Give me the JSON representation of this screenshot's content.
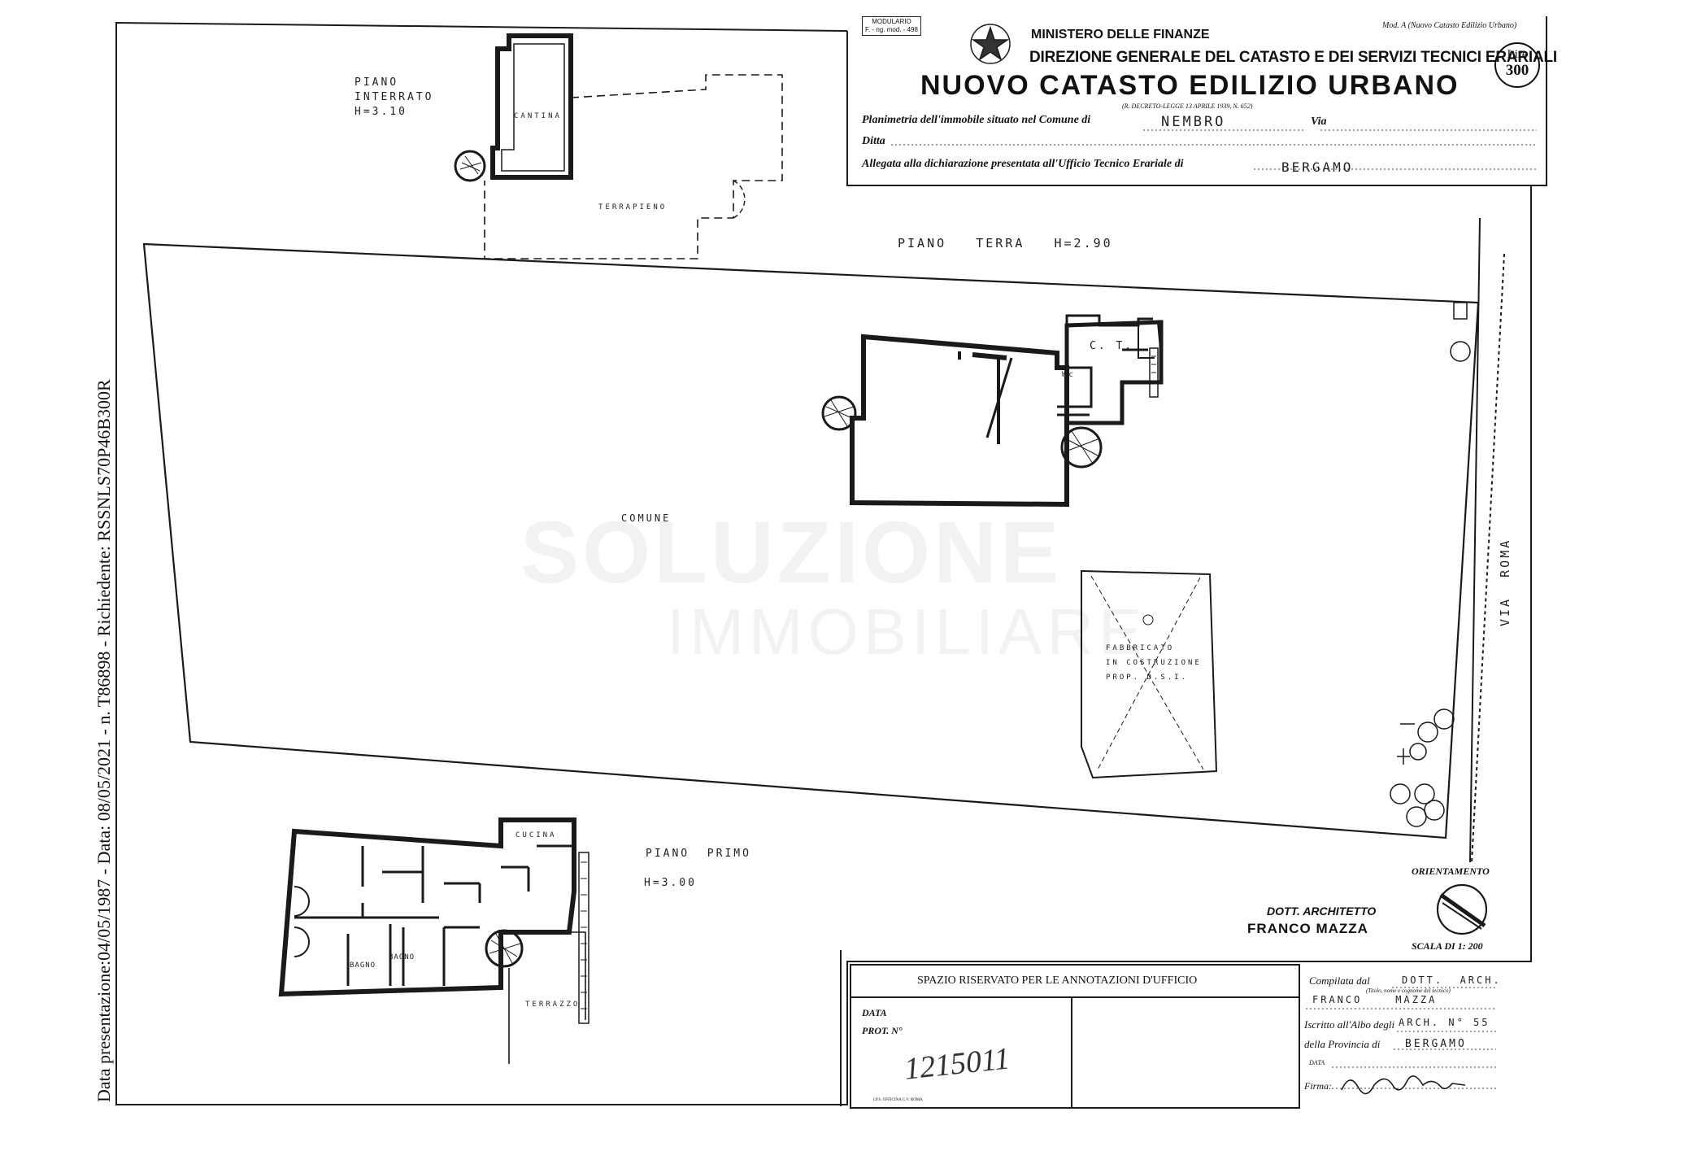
{
  "header": {
    "modulario_box": [
      "MODULARIO",
      "F. - ng. mod. - 498"
    ],
    "ministry": "MINISTERO DELLE FINANZE",
    "direzione": "DIREZIONE GENERALE DEL CATASTO E DEI SERVIZI TECNICI ERARIALI",
    "catasto": "NUOVO CATASTO EDILIZIO URBANO",
    "decreto": "(R. DECRETO-LEGGE 13 APRILE 1939, N. 652)",
    "mod": "Mod. A (Nuovo Catasto Edilizio Urbano)",
    "lire_label": "Lire",
    "lire_value": "300",
    "line1_label": "Planimetria dell'immobile situato nel Comune di",
    "comune_value": "NEMBRO",
    "via_label": "Via",
    "ditta_label": "Ditta",
    "line3_label": "Allegata alla dichiarazione presentata all'Ufficio Tecnico Erariale di",
    "ufficio_value": "BERGAMO"
  },
  "plan_labels": {
    "piano_interrato": "PIANO",
    "piano_interrato_2": "INTERRATO",
    "h_interrato": "H=3.10",
    "cantina": "CANTINA",
    "terrapieno": "TERRAPIENO",
    "piano_terra": "PIANO   TERRA   H=2.90",
    "ct": "C. T.",
    "wc": "Wc",
    "comune": "COMUNE",
    "fabbricato": [
      "FABBRICATO",
      "IN COSTRUZIONE",
      "PROP. D.S.I."
    ],
    "via_roma": "VIA  ROMA",
    "piano_primo": "PIANO  PRIMO",
    "h_primo": "H=3.00",
    "cucina": "CUCINA",
    "bagno1": "BAGNO",
    "bagno2": "BAGNO",
    "terrazzo": "TERRAZZO"
  },
  "watermark": {
    "line1": "SOLUZIONE",
    "line2": "IMMOBILIARE"
  },
  "side_stamp": "Data presentazione:04/05/1987 - Data: 08/05/2021 - n. T86898 - Richiedente: RSSNLS70P46B300R",
  "orientation": {
    "title": "ORIENTAMENTO",
    "scale": "SCALA DI 1: 200"
  },
  "architect": {
    "title": "DOTT. ARCHITETTO",
    "name": "FRANCO MAZZA"
  },
  "office_box": {
    "title": "SPAZIO RISERVATO PER LE ANNOTAZIONI D'UFFICIO",
    "data_label": "DATA",
    "prot_label": "PROT. N°",
    "prot_value": "1215011",
    "print_note": "I.P.S. OFFICINA C.V. ROMA"
  },
  "compiled": {
    "compilata_label": "Compilata dal",
    "compilata_value": "DOTT.  ARCH.",
    "name_value": "FRANCO    MAZZA",
    "name_caption": "(Titolo, nome e cognome del tecnico)",
    "iscritto_label": "Iscritto all'Albo degli",
    "iscritto_value": "ARCH. N° 55",
    "provincia_label": "della Provincia di",
    "provincia_value": "BERGAMO",
    "data_label": "DATA",
    "firma_label": "Firma:"
  }
}
